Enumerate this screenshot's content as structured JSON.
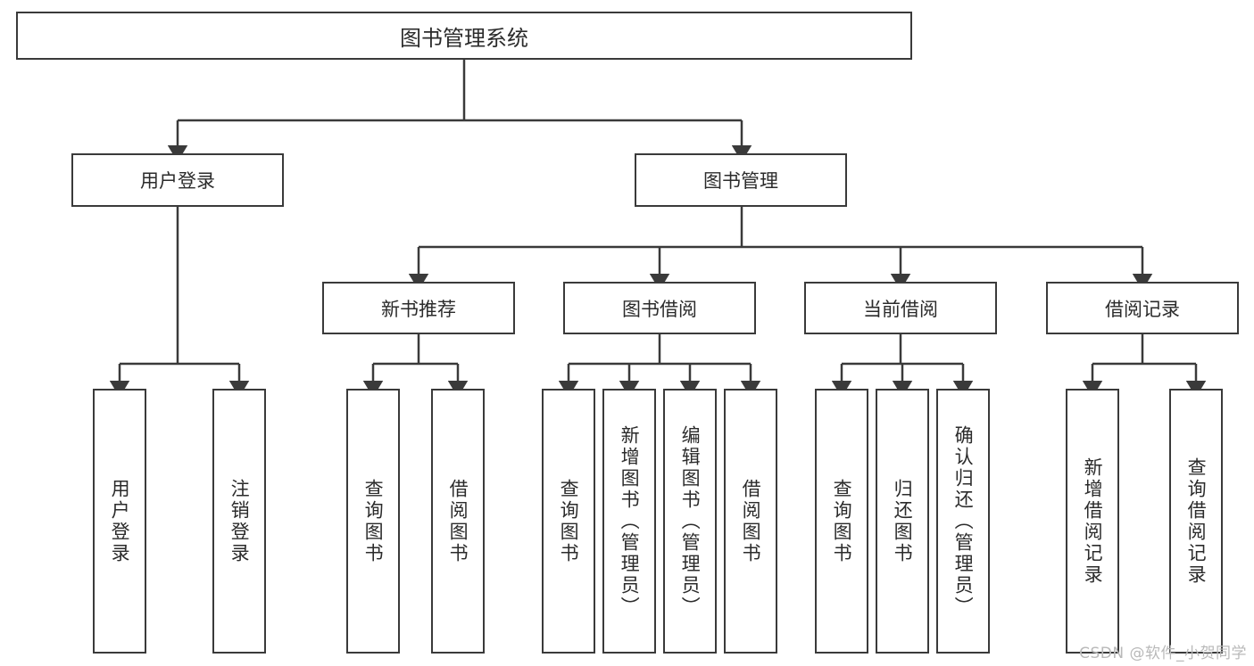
{
  "diagram": {
    "title": "图书管理系统",
    "type": "hierarchy-tree",
    "root": {
      "label": "图书管理系统"
    },
    "level2": [
      {
        "label": "用户登录"
      },
      {
        "label": "图书管理"
      }
    ],
    "level3": [
      {
        "label": "新书推荐"
      },
      {
        "label": "图书借阅"
      },
      {
        "label": "当前借阅"
      },
      {
        "label": "借阅记录"
      }
    ],
    "leaves": {
      "user_login": [
        {
          "label": "用户登录"
        },
        {
          "label": "注销登录"
        }
      ],
      "new_book_recommend": [
        {
          "label": "查询图书"
        },
        {
          "label": "借阅图书"
        }
      ],
      "book_borrow": [
        {
          "label": "查询图书"
        },
        {
          "label": "新增图书（管理员）"
        },
        {
          "label": "编辑图书（管理员）"
        },
        {
          "label": "借阅图书"
        }
      ],
      "current_borrow": [
        {
          "label": "查询图书"
        },
        {
          "label": "归还图书"
        },
        {
          "label": "确认归还（管理员）"
        }
      ],
      "borrow_record": [
        {
          "label": "新增借阅记录"
        },
        {
          "label": "查询借阅记录"
        }
      ]
    }
  },
  "watermark": {
    "text": "CSDN @软件_小贺同学"
  },
  "colors": {
    "stroke": "#3a3a3a",
    "fill": "#ffffff",
    "text": "#2b2b2b",
    "watermark": "#b9b9b9"
  }
}
